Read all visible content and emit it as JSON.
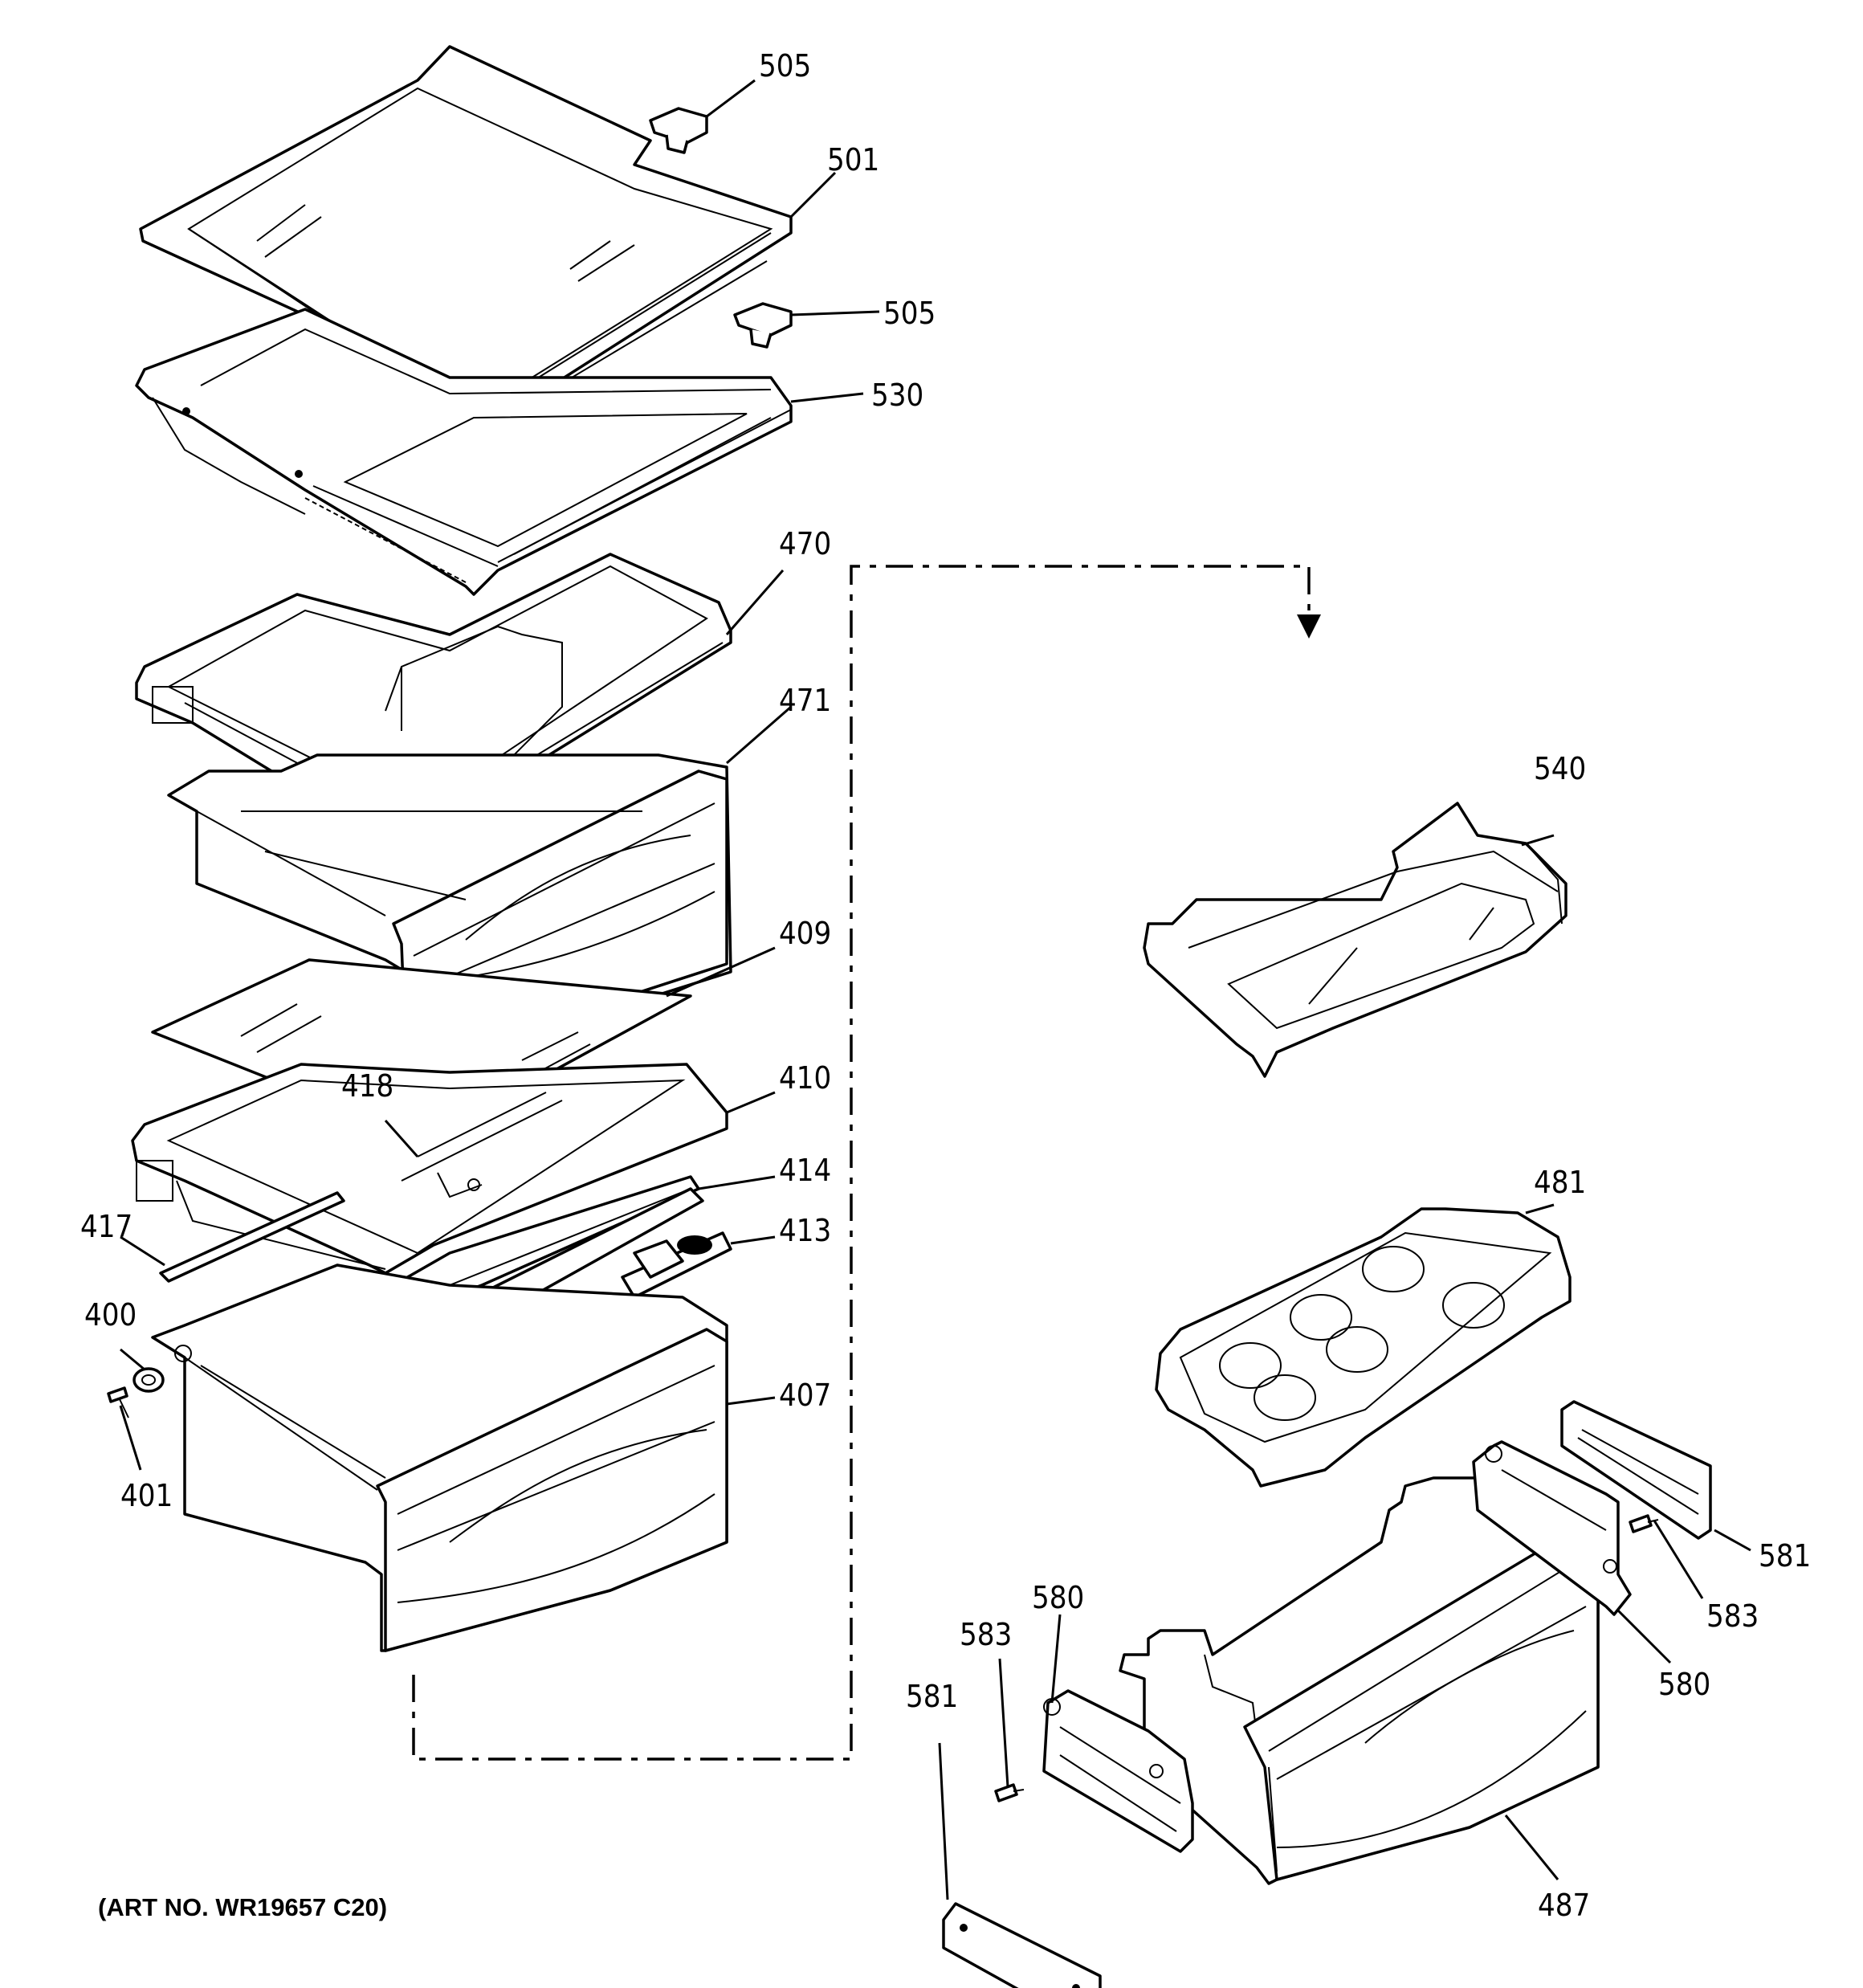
{
  "diagram": {
    "art_number": "(ART NO. WR19657 C20)",
    "callouts": [
      {
        "id": "505a",
        "text": "505"
      },
      {
        "id": "501",
        "text": "501"
      },
      {
        "id": "505b",
        "text": "505"
      },
      {
        "id": "530",
        "text": "530"
      },
      {
        "id": "470",
        "text": "470"
      },
      {
        "id": "471",
        "text": "471"
      },
      {
        "id": "409",
        "text": "409"
      },
      {
        "id": "418",
        "text": "418"
      },
      {
        "id": "410",
        "text": "410"
      },
      {
        "id": "414",
        "text": "414"
      },
      {
        "id": "417",
        "text": "417"
      },
      {
        "id": "413",
        "text": "413"
      },
      {
        "id": "400",
        "text": "400"
      },
      {
        "id": "407",
        "text": "407"
      },
      {
        "id": "401",
        "text": "401"
      },
      {
        "id": "540",
        "text": "540"
      },
      {
        "id": "481",
        "text": "481"
      },
      {
        "id": "581a",
        "text": "581"
      },
      {
        "id": "583a",
        "text": "583"
      },
      {
        "id": "580a",
        "text": "580"
      },
      {
        "id": "580b",
        "text": "580"
      },
      {
        "id": "583b",
        "text": "583"
      },
      {
        "id": "581b",
        "text": "581"
      },
      {
        "id": "487",
        "text": "487"
      }
    ]
  }
}
